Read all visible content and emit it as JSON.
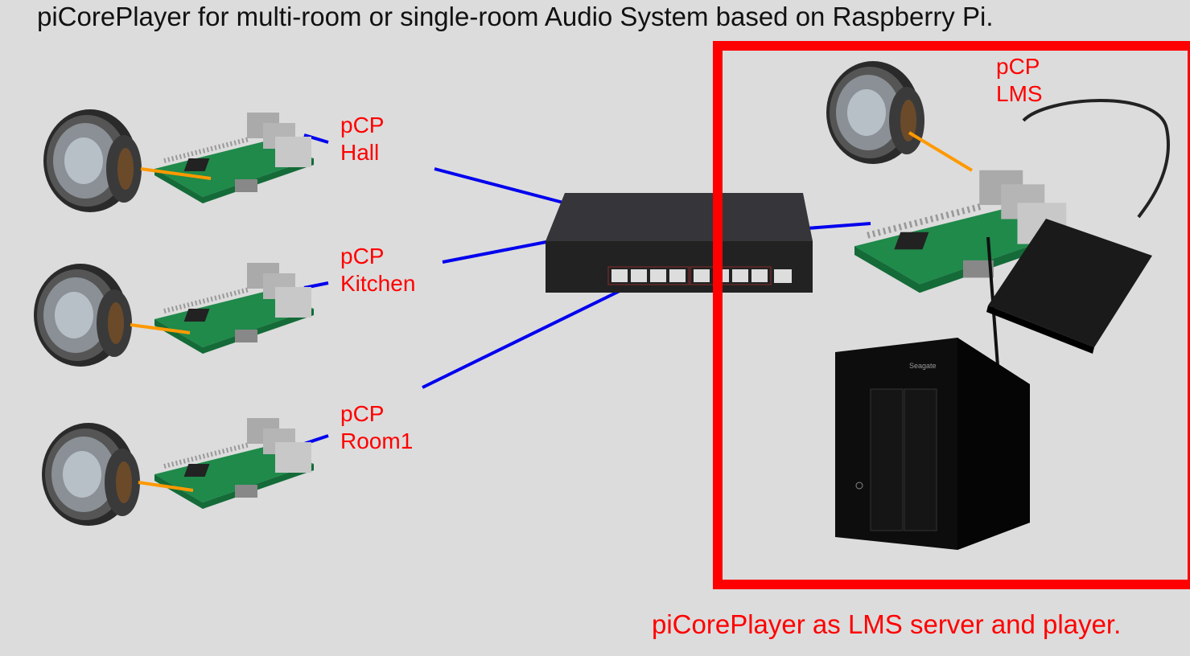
{
  "title": "piCorePlayer for multi-room or single-room Audio System based on Raspberry Pi.",
  "caption": "piCorePlayer as LMS server and player.",
  "nodes": [
    {
      "line1": "pCP",
      "line2": "Hall"
    },
    {
      "line1": "pCP",
      "line2": "Kitchen"
    },
    {
      "line1": "pCP",
      "line2": "Room1"
    },
    {
      "line1": "pCP",
      "line2": "LMS"
    }
  ],
  "nas_brand": "Seagate",
  "colors": {
    "highlight": "#ff0000",
    "network": "#0000ee",
    "audio": "#ff9900",
    "label": "#ff0000"
  }
}
